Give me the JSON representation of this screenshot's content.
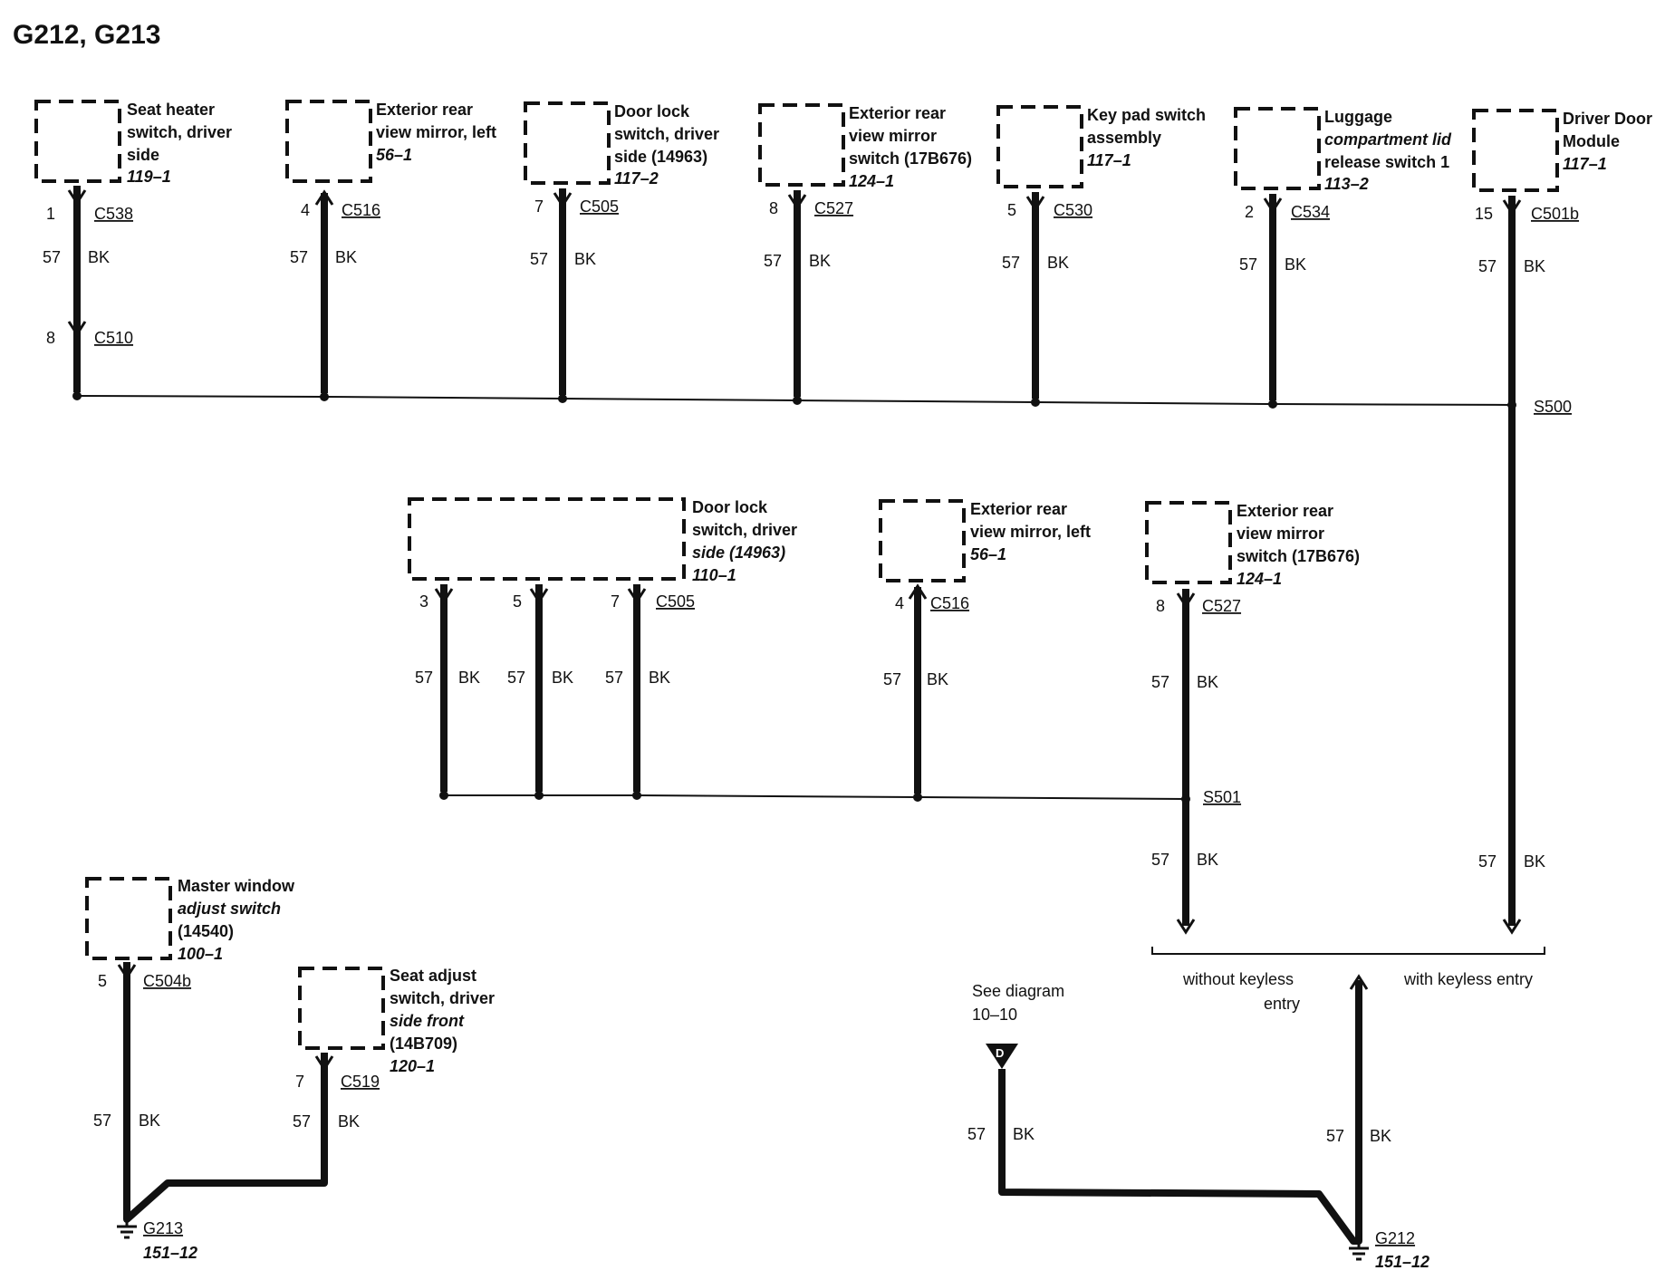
{
  "title": "G212, G213",
  "row1": [
    {
      "name": [
        "Seat heater",
        "switch, driver",
        "side"
      ],
      "ref": "119–1",
      "pin": "1",
      "connector": "C538",
      "circuit": "57",
      "color": "BK",
      "pin2": "8",
      "connector2": "C510"
    },
    {
      "name": [
        "Exterior rear",
        "view mirror, left"
      ],
      "ref": "56–1",
      "pin": "4",
      "connector": "C516",
      "circuit": "57",
      "color": "BK"
    },
    {
      "name": [
        "Door lock",
        "switch, driver",
        "side (14963)"
      ],
      "ref": "117–2",
      "pin": "7",
      "connector": "C505",
      "circuit": "57",
      "color": "BK"
    },
    {
      "name": [
        "Exterior rear",
        "view mirror",
        "switch (17B676)"
      ],
      "ref": "124–1",
      "pin": "8",
      "connector": "C527",
      "circuit": "57",
      "color": "BK"
    },
    {
      "name": [
        "Key pad switch",
        "assembly"
      ],
      "ref": "117–1",
      "pin": "5",
      "connector": "C530",
      "circuit": "57",
      "color": "BK"
    },
    {
      "name": [
        "Luggage",
        "compartment lid",
        "release switch 1"
      ],
      "ref": "113–2",
      "pin": "2",
      "connector": "C534",
      "circuit": "57",
      "color": "BK"
    },
    {
      "name": [
        "Driver Door",
        "Module"
      ],
      "ref": "117–1",
      "pin": "15",
      "connector": "C501b",
      "circuit": "57",
      "color": "BK"
    }
  ],
  "splice1": "S500",
  "row2": [
    {
      "name": [
        "Door lock",
        "switch, driver",
        "side (14963)"
      ],
      "ref": "110–1",
      "pins": [
        "3",
        "5",
        "7"
      ],
      "connector": "C505",
      "circuit": "57",
      "color": "BK"
    },
    {
      "name": [
        "Exterior rear",
        "view mirror, left"
      ],
      "ref": "56–1",
      "pin": "4",
      "connector": "C516",
      "circuit": "57",
      "color": "BK"
    },
    {
      "name": [
        "Exterior rear",
        "view mirror",
        "switch (17B676)"
      ],
      "ref": "124–1",
      "pin": "8",
      "connector": "C527",
      "circuit": "57",
      "color": "BK"
    }
  ],
  "splice2": "S501",
  "s501_down": {
    "circuit": "57",
    "color": "BK"
  },
  "s500_down": {
    "circuit": "57",
    "color": "BK"
  },
  "option_without": [
    "without keyless",
    "entry"
  ],
  "option_with": "with keyless entry",
  "see_diagram": [
    "See diagram",
    "10–10"
  ],
  "see_diagram_marker": "D",
  "g212_wires": [
    {
      "circuit": "57",
      "color": "BK"
    },
    {
      "circuit": "57",
      "color": "BK"
    }
  ],
  "g212": {
    "name": "G212",
    "ref": "151–12"
  },
  "bottom_left": [
    {
      "name": [
        "Master window",
        "adjust switch",
        "(14540)"
      ],
      "ref": "100–1",
      "pin": "5",
      "connector": "C504b",
      "circuit": "57",
      "color": "BK"
    },
    {
      "name": [
        "Seat adjust",
        "switch, driver",
        "side front",
        "(14B709)"
      ],
      "ref": "120–1",
      "pin": "7",
      "connector": "C519",
      "circuit": "57",
      "color": "BK"
    }
  ],
  "g213": {
    "name": "G213",
    "ref": "151–12"
  }
}
